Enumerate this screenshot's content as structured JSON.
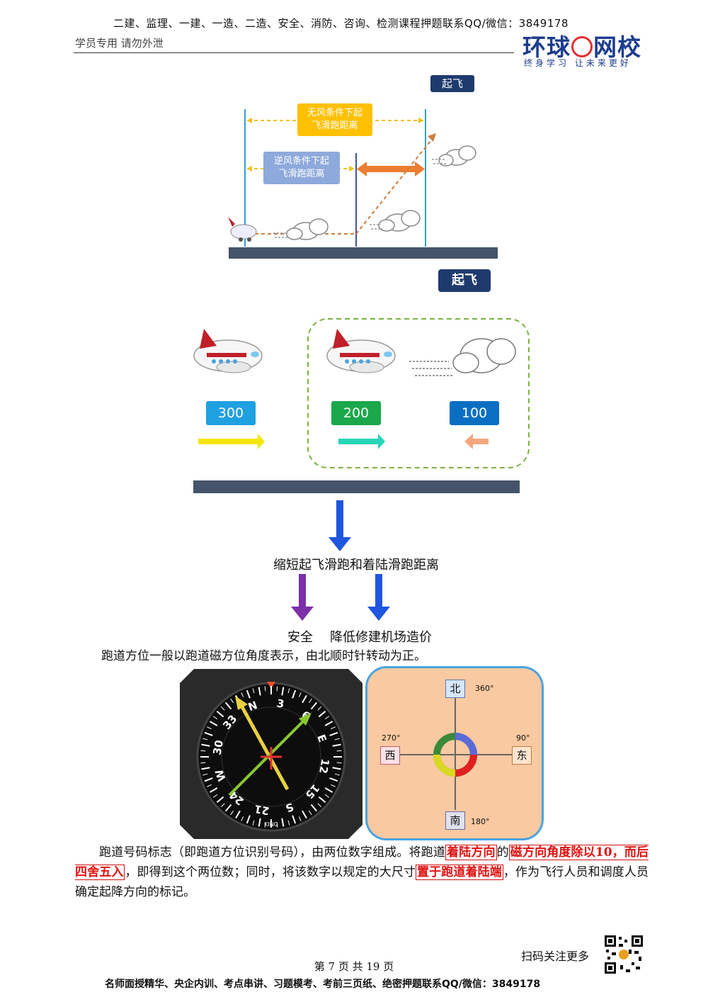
{
  "header": {
    "top_line": "二建、监理、一建、一造、二造、安全、消防、咨询、检测课程押题联系QQ/微信：3849178",
    "left_text": "学员专用 请勿外泄",
    "logo_left": "环球",
    "logo_right": "网校",
    "logo_slogan": "终身学习 让未来更好"
  },
  "diagram1": {
    "takeoff_label": "起飞",
    "no_wind_label_line1": "无风条件下起",
    "no_wind_label_line2": "飞滑跑距离",
    "headwind_label_line1": "逆风条件下起",
    "headwind_label_line2": "飞滑跑距离",
    "colors": {
      "no_wind": "#ffc000",
      "headwind": "#8ea9db",
      "arrow": "#ed7d31",
      "runway": "#44546a",
      "line": "#2e9fd8"
    }
  },
  "diagram2": {
    "takeoff_label": "起飞",
    "speed_values": [
      "300",
      "200",
      "100"
    ],
    "speed_colors": [
      "#1fa0e0",
      "#1aa84a",
      "#0a6fc2"
    ],
    "result_text": "缩短起飞滑跑和着陆滑跑距离",
    "benefit_1": "安全",
    "benefit_2": "降低修建机场造价"
  },
  "intro_paragraph": "跑道方位一般以跑道磁方位角度表示，由北顺时针转动为正。",
  "compass_instrument": {
    "headings": [
      "N",
      "3",
      "6",
      "E",
      "12",
      "15",
      "S",
      "21",
      "24",
      "W",
      "30",
      "33"
    ],
    "brand": "KING"
  },
  "direction_diagram": {
    "north": "北",
    "north_deg": "360°",
    "east": "东",
    "east_deg": "90°",
    "south": "南",
    "south_deg": "180°",
    "west": "西",
    "west_deg": "270°"
  },
  "body_paragraph": {
    "p1": "跑道号码标志（即跑道方位识别号码），由两位数字组成。将跑道",
    "hl1": "着陆方向",
    "p2": "的",
    "hl2": "磁方向角度除以10，而后四舍五入",
    "p3": "，即得到这个两位数；同时，将该数字以规定的大尺寸",
    "hl3": "置于跑道着陆端",
    "p4": "，作为飞行人员和调度人员确定起降方向的标记。"
  },
  "footer": {
    "qr_caption": "扫码关注更多",
    "page_info": "第 7 页 共 19 页",
    "bottom_line": "名师面授精华、央企内训、考点串讲、习题模考、考前三页纸、绝密押题联系QQ/微信：3849178"
  }
}
